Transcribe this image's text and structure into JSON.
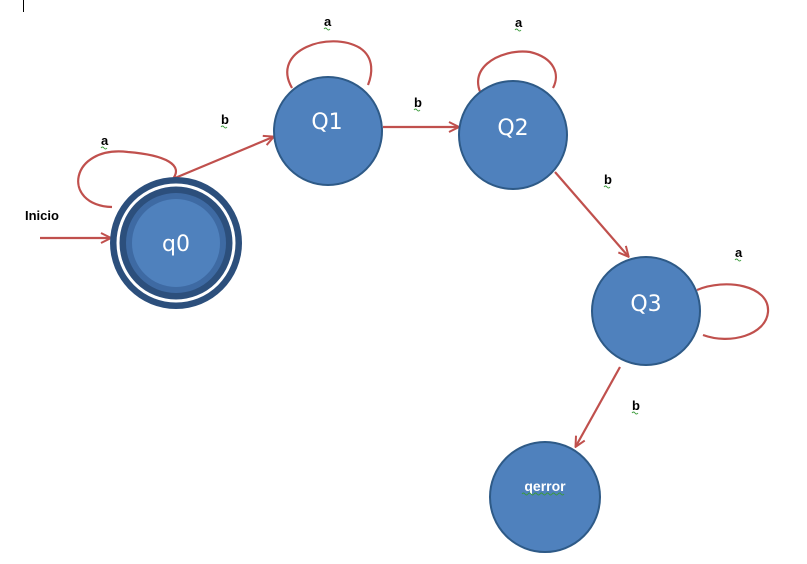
{
  "diagram": {
    "start_label": "Inicio",
    "states": [
      {
        "id": "q0",
        "label": "q0",
        "accepting": true,
        "initial": true
      },
      {
        "id": "Q1",
        "label": "Q1",
        "accepting": false
      },
      {
        "id": "Q2",
        "label": "Q2",
        "accepting": false
      },
      {
        "id": "Q3",
        "label": "Q3",
        "accepting": false
      },
      {
        "id": "qerror",
        "label": "qerror",
        "accepting": false
      }
    ],
    "transitions": [
      {
        "from": "q0",
        "to": "q0",
        "symbol": "a"
      },
      {
        "from": "q0",
        "to": "Q1",
        "symbol": "b"
      },
      {
        "from": "Q1",
        "to": "Q1",
        "symbol": "a"
      },
      {
        "from": "Q1",
        "to": "Q2",
        "symbol": "b"
      },
      {
        "from": "Q2",
        "to": "Q2",
        "symbol": "a"
      },
      {
        "from": "Q2",
        "to": "Q3",
        "symbol": "b"
      },
      {
        "from": "Q3",
        "to": "Q3",
        "symbol": "a"
      },
      {
        "from": "Q3",
        "to": "qerror",
        "symbol": "b"
      }
    ],
    "colors": {
      "state_fill": "#4f81bd",
      "state_stroke": "#2e5a87",
      "accept_outer": "#2c4f7c",
      "edge": "#c0504d"
    }
  }
}
